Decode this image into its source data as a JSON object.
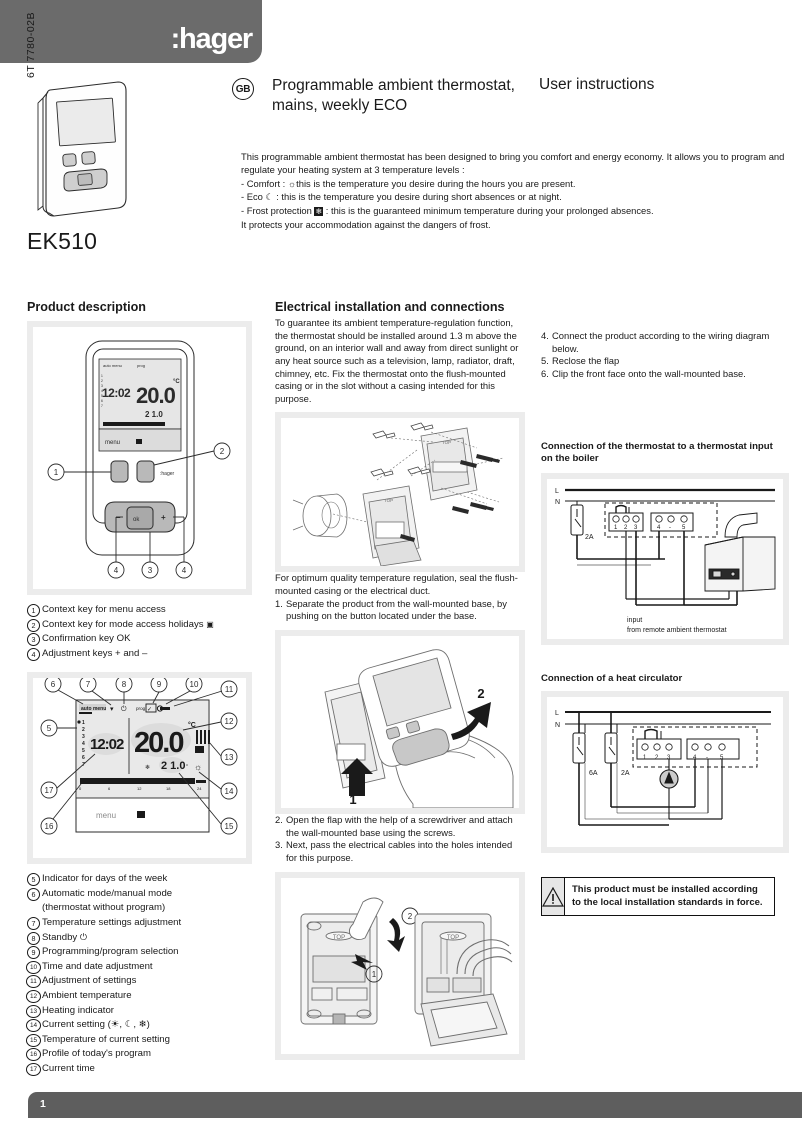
{
  "brand": {
    "logo": ":hager",
    "side_code": "6T 7780-02B",
    "model": "EK510"
  },
  "title": {
    "language_badge": "GB",
    "product_title": "Programmable ambient thermostat, mains, weekly ECO",
    "doc_kind": "User instructions"
  },
  "intro": {
    "p1": "This programmable ambient thermostat has been designed to bring you comfort and energy economy. It allows you to program and regulate your heating system at 3 temperature levels :",
    "comfort": "- Comfort :",
    "comfort_rest": "this is the temperature you desire during the hours you are present.",
    "eco": "- Eco",
    "eco_rest": ": this is the temperature you desire during short absences or at night.",
    "frost": "- Frost protection",
    "frost_rest": ": this is the guaranteed minimum temperature during your prolonged absences.",
    "p_last": "It protects your accommodation against the dangers of frost."
  },
  "product_description": {
    "heading": "Product description",
    "keys": [
      {
        "n": "1",
        "text": "Context key for menu access",
        "bold_word": "menu"
      },
      {
        "n": "2",
        "text": "Context key for mode access holidays"
      },
      {
        "n": "3",
        "text": "Confirmation key OK"
      },
      {
        "n": "4",
        "text": "Adjustment keys + and –"
      }
    ],
    "display_items": [
      {
        "n": "5",
        "text": "Indicator for days of the week"
      },
      {
        "n": "6",
        "text": "Automatic mode/manual mode"
      },
      {
        "n": "",
        "text": "(thermostat without program)"
      },
      {
        "n": "7",
        "text": "Temperature settings adjustment"
      },
      {
        "n": "8",
        "text": "Standby"
      },
      {
        "n": "9",
        "text": "Programming/program selection"
      },
      {
        "n": "10",
        "text": "Time and date adjustment"
      },
      {
        "n": "11",
        "text": "Adjustment of settings"
      },
      {
        "n": "12",
        "text": "Ambient temperature"
      },
      {
        "n": "13",
        "text": "Heating indicator"
      },
      {
        "n": "14",
        "text": "Current setting (☀, ☾, ❄)"
      },
      {
        "n": "15",
        "text": "Temperature of current setting"
      },
      {
        "n": "16",
        "text": "Profile of today's program"
      },
      {
        "n": "17",
        "text": "Current time"
      }
    ],
    "lcd": {
      "mode": "auto menu",
      "prog": "prog",
      "time": "12:02",
      "temp": "20.0",
      "unit": "°C",
      "setpoint_prog": "2",
      "setpoint_temp": "1.0",
      "setpoint_unit": "°C",
      "menu_label": "menu",
      "days": [
        "1",
        "2",
        "3",
        "4",
        "5",
        "6",
        "7"
      ],
      "profile_ticks": [
        "0",
        "6",
        "12",
        "18",
        "24"
      ]
    },
    "callouts_device": [
      "1",
      "2",
      "3",
      "4"
    ],
    "callouts_display": [
      "5",
      "6",
      "7",
      "8",
      "9",
      "10",
      "11",
      "12",
      "13",
      "14",
      "15",
      "16",
      "17"
    ]
  },
  "electrical": {
    "heading": "Electrical installation and connections",
    "intro": "To guarantee its ambient temperature-regulation function, the thermostat should be installed around 1.3 m above the ground, on an interior wall and away from direct sunlight or any heat source such as a television, lamp, radiator, draft, chimney, etc. Fix the thermostat onto the flush-mounted casing or in the slot without a casing intended for this purpose.",
    "seal_note": "For optimum quality temperature regulation, seal the flush-mounted casing or the electrical duct.",
    "steps_left": [
      {
        "n": "1.",
        "text": "Separate the product from the wall-mounted base, by pushing on the button located under the base."
      },
      {
        "n": "2.",
        "text": "Open the flap with the help of a screwdriver and attach the wall-mounted base using the screws."
      },
      {
        "n": "3.",
        "text": "Next, pass the electrical cables into the holes intended for this purpose."
      }
    ],
    "steps_right": [
      {
        "n": "4.",
        "text": "Connect the product according to the wiring diagram below."
      },
      {
        "n": "5.",
        "text": "Reclose the flap"
      },
      {
        "n": "6.",
        "text": "Clip the front face onto the wall-mounted base."
      }
    ],
    "fig_callouts_step1": [
      "1",
      "2"
    ],
    "fig_callouts_step2": [
      "1",
      "2"
    ]
  },
  "diagrams": {
    "boiler": {
      "heading": "Connection of the thermostat to a thermostat input on the boiler",
      "mains": [
        "L",
        "N"
      ],
      "fuse": "2A",
      "terminals_left": [
        "1",
        "2",
        "3"
      ],
      "terminals_right": [
        "4",
        "-",
        "5"
      ],
      "caption_line1": "input",
      "caption_line2": "from remote ambient thermostat"
    },
    "circulator": {
      "heading": "Connection of a heat circulator",
      "mains": [
        "L",
        "N"
      ],
      "fuse1": "6A",
      "fuse2": "2A",
      "terminals": [
        "1",
        "2",
        "3",
        "4",
        "-",
        "5"
      ]
    }
  },
  "warning": {
    "text": "This product must be installed according to the local installation standards in force.",
    "icon": "warning-triangle"
  },
  "footer": {
    "page": "1"
  },
  "colors": {
    "header_gray": "#6b6b6b",
    "footer_gray": "#5e5e5e",
    "fig_border": "#e9e9e9",
    "text": "#1a1a1a"
  }
}
